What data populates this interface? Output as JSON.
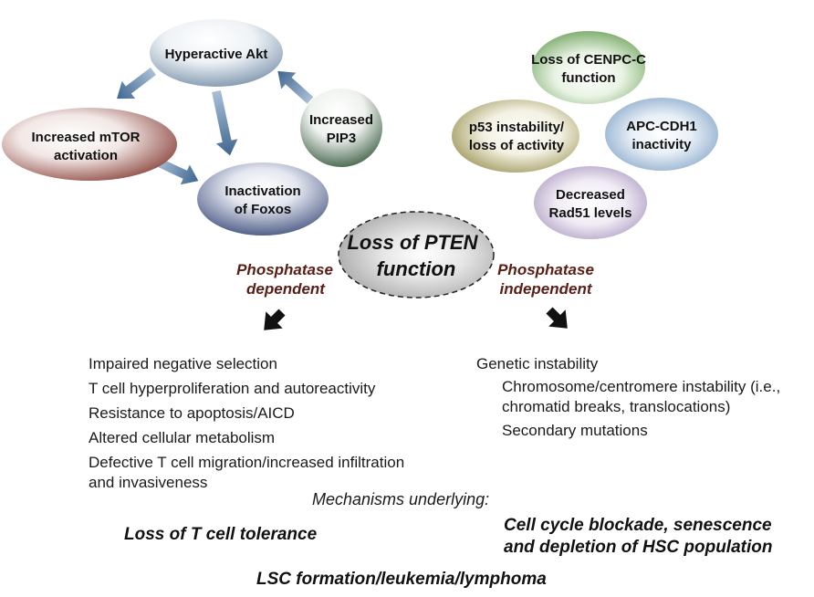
{
  "nodes": {
    "hyperactive_akt": [
      "Hyperactive Akt"
    ],
    "increased_mtor": [
      "Increased mTOR",
      "activation"
    ],
    "increased_pip3": [
      "Increased",
      "PIP3"
    ],
    "inactivation_foxos": [
      "Inactivation",
      "of Foxos"
    ],
    "loss_cenpc": [
      "Loss of CENPC-C",
      "function"
    ],
    "p53_instability": [
      "p53 instability/",
      "loss of activity"
    ],
    "apc_cdh1": [
      "APC-CDH1",
      "inactivity"
    ],
    "decreased_rad51": [
      "Decreased",
      "Rad51 levels"
    ]
  },
  "center": [
    "Loss of PTEN",
    "function"
  ],
  "branches": {
    "left": [
      "Phosphatase",
      "dependent"
    ],
    "right": [
      "Phosphatase",
      "independent"
    ]
  },
  "left_list": [
    "Impaired negative selection",
    "T cell hyperproliferation and autoreactivity",
    "Resistance to apoptosis/AICD",
    "Altered cellular metabolism",
    "Defective T cell migration/increased infiltration",
    "and invasiveness"
  ],
  "right_list": {
    "heading": "Genetic instability",
    "items": [
      "Chromosome/centromere instability (i.e.,",
      "chromatid breaks, translocations)",
      "Secondary mutations"
    ]
  },
  "mechanisms_label": "Mechanisms underlying:",
  "outcomes": {
    "left": "Loss of T cell tolerance",
    "right": [
      "Cell cycle blockade, senescence",
      "and depletion of HSC population"
    ],
    "bottom": "LSC formation/leukemia/lymphoma"
  },
  "colors": {
    "akt": "#7b93ab",
    "mtor": "#7a2a22",
    "pip3": "#3d5e44",
    "foxos": "#2f3f70",
    "cenpc": "#4f8e3a",
    "p53": "#7e7628",
    "apc": "#5a86b4",
    "rad51": "#8a72a6",
    "center": "#8c8c8c",
    "arrow": "#4a6f97",
    "branch_text": "#5a1e14"
  }
}
